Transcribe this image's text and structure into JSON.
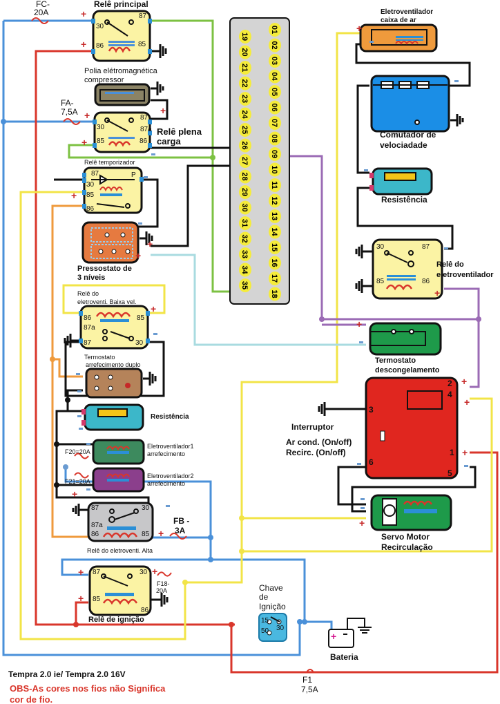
{
  "title": "Tempra 2.0 ie/ Tempra 2.0 16V",
  "note": [
    "OBS-As cores nos fios não Significa",
    "cor de fio."
  ],
  "connector": {
    "left_column": [
      "19",
      "20",
      "21",
      "22",
      "23",
      "24",
      "25",
      "26",
      "27",
      "28",
      "29",
      "30",
      "31",
      "32",
      "33",
      "34",
      "35"
    ],
    "right_column": [
      "01",
      "02",
      "03",
      "04",
      "05",
      "06",
      "07",
      "08",
      "09",
      "10",
      "11",
      "12",
      "13",
      "14",
      "15",
      "16",
      "17",
      "18"
    ]
  },
  "components": {
    "rele_principal": {
      "label": "Relê principal",
      "pins": [
        "30",
        "87",
        "86",
        "85"
      ]
    },
    "polia": {
      "label_1": "Polia elétromagnética",
      "label_2": "compressor"
    },
    "rele_plena": {
      "label_1": "Relê plena",
      "label_2": "carga",
      "pins": [
        "30",
        "87",
        "87a",
        "85",
        "86"
      ]
    },
    "rele_temporizador": {
      "label": "Relê temporizador",
      "pins": [
        "87",
        "30",
        "85",
        "86",
        "P"
      ]
    },
    "pressostato": {
      "label_1": "Pressostato de",
      "label_2": "3 níveis"
    },
    "rele_baixa": {
      "label_1": "Relê do",
      "label_2": "eletroventi. Baixa vel.",
      "pins": [
        "86",
        "85",
        "87a",
        "87",
        "30"
      ]
    },
    "termostato_duplo": {
      "label_1": "Termostato",
      "label_2": "arrefecimento duplo"
    },
    "resistencia_left": {
      "label": "Resistência"
    },
    "eletrovent1": {
      "label_1": "Eletroventilador1",
      "label_2": "arrefecimento"
    },
    "eletrovent2": {
      "label_1": "Eletroventilador2",
      "label_2": "arrefecimento"
    },
    "rele_alta": {
      "label": "Relê do eletroventi. Alta",
      "pins": [
        "87",
        "30",
        "87a",
        "86",
        "85"
      ]
    },
    "rele_ignicao": {
      "label": "Relê de ignição",
      "pins": [
        "87",
        "30",
        "85",
        "86"
      ]
    },
    "chave_ignicao": {
      "label_1": "Chave",
      "label_2": "de",
      "label_3": "Ignição",
      "pins": [
        "15",
        "50",
        "30"
      ]
    },
    "bateria": {
      "label": "Bateria"
    },
    "eletrovent_caixa": {
      "label_1": "Eletroventilador",
      "label_2": "caixa de ar"
    },
    "comutador": {
      "label_1": "Comutador de",
      "label_2": "velociadade"
    },
    "resistencia_right": {
      "label": "Resistência"
    },
    "rele_eletrovent": {
      "label_1": "Relê do",
      "label_2": "eletroventilador",
      "pins": [
        "30",
        "87",
        "85",
        "86"
      ]
    },
    "termostato_desc": {
      "label_1": "Termostato",
      "label_2": "descongelamento"
    },
    "interruptor": {
      "label_1": "Interruptor",
      "label_2": "Ar cond. (On/off)",
      "label_3": "Recirc. (On/off)",
      "pins": [
        "2",
        "4",
        "3",
        "1",
        "6",
        "5"
      ]
    },
    "servo": {
      "label_1": "Servo Motor",
      "label_2": "Recirculação"
    }
  },
  "fuses": {
    "fc": {
      "l1": "FC-",
      "l2": "20A"
    },
    "fa": {
      "l1": "FA-",
      "l2": "7,5A"
    },
    "f20": "F20=20A",
    "f21": "F21=20A",
    "fb": {
      "l1": "FB -",
      "l2": "3A"
    },
    "f18": {
      "l1": "F18-",
      "l2": "20A"
    },
    "f1": {
      "l1": "F1",
      "l2": "7,5A"
    }
  },
  "symbols": {
    "plus": "+",
    "minus": "-"
  }
}
